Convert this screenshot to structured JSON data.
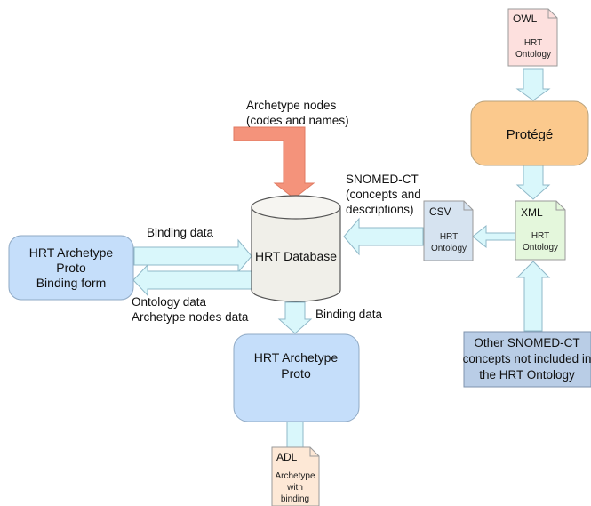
{
  "nodes": {
    "owl_doc": {
      "tag": "OWL",
      "line1": "HRT",
      "line2": "Ontology"
    },
    "protege": {
      "label": "Protégé"
    },
    "xml_doc": {
      "tag": "XML",
      "line1": "HRT",
      "line2": "Ontology"
    },
    "csv_doc": {
      "tag": "CSV",
      "line1": "HRT",
      "line2": "Ontology"
    },
    "database": {
      "label": "HRT Database"
    },
    "binding_form": {
      "line1": "HRT Archetype",
      "line2": "Proto",
      "line3": "Binding form"
    },
    "archetype_proto": {
      "line1": "HRT Archetype",
      "line2": "Proto"
    },
    "adl_doc": {
      "tag": "ADL",
      "line1": "Archetype",
      "line2": "with",
      "line3": "binding"
    },
    "other_snomed": {
      "line1": "Other SNOMED-CT",
      "line2": "concepts not included in",
      "line3": "the HRT Ontology"
    }
  },
  "labels": {
    "archetype_nodes_1": "Archetype nodes",
    "archetype_nodes_2": "(codes and names)",
    "snomed_1": "SNOMED-CT",
    "snomed_2": "(concepts and",
    "snomed_3": "descriptions)",
    "binding_data_top": "Binding data",
    "ontology_data": "Ontology data",
    "archetype_nodes_data": "Archetype nodes data",
    "binding_data_bottom": "Binding data"
  },
  "colors": {
    "arrow_fill": "#d9f7fb",
    "arrow_stroke": "#8fb8c8",
    "input_arrow": "#f4937b",
    "protege_fill": "#fbc98d",
    "blue_box": "#c5defa",
    "other_box": "#b9cde6",
    "owl_doc": "#fde0de",
    "xml_doc": "#e4f7dc",
    "csv_doc": "#d6e3f0",
    "adl_doc": "#fde8d6",
    "db_fill": "#f0efe9"
  }
}
